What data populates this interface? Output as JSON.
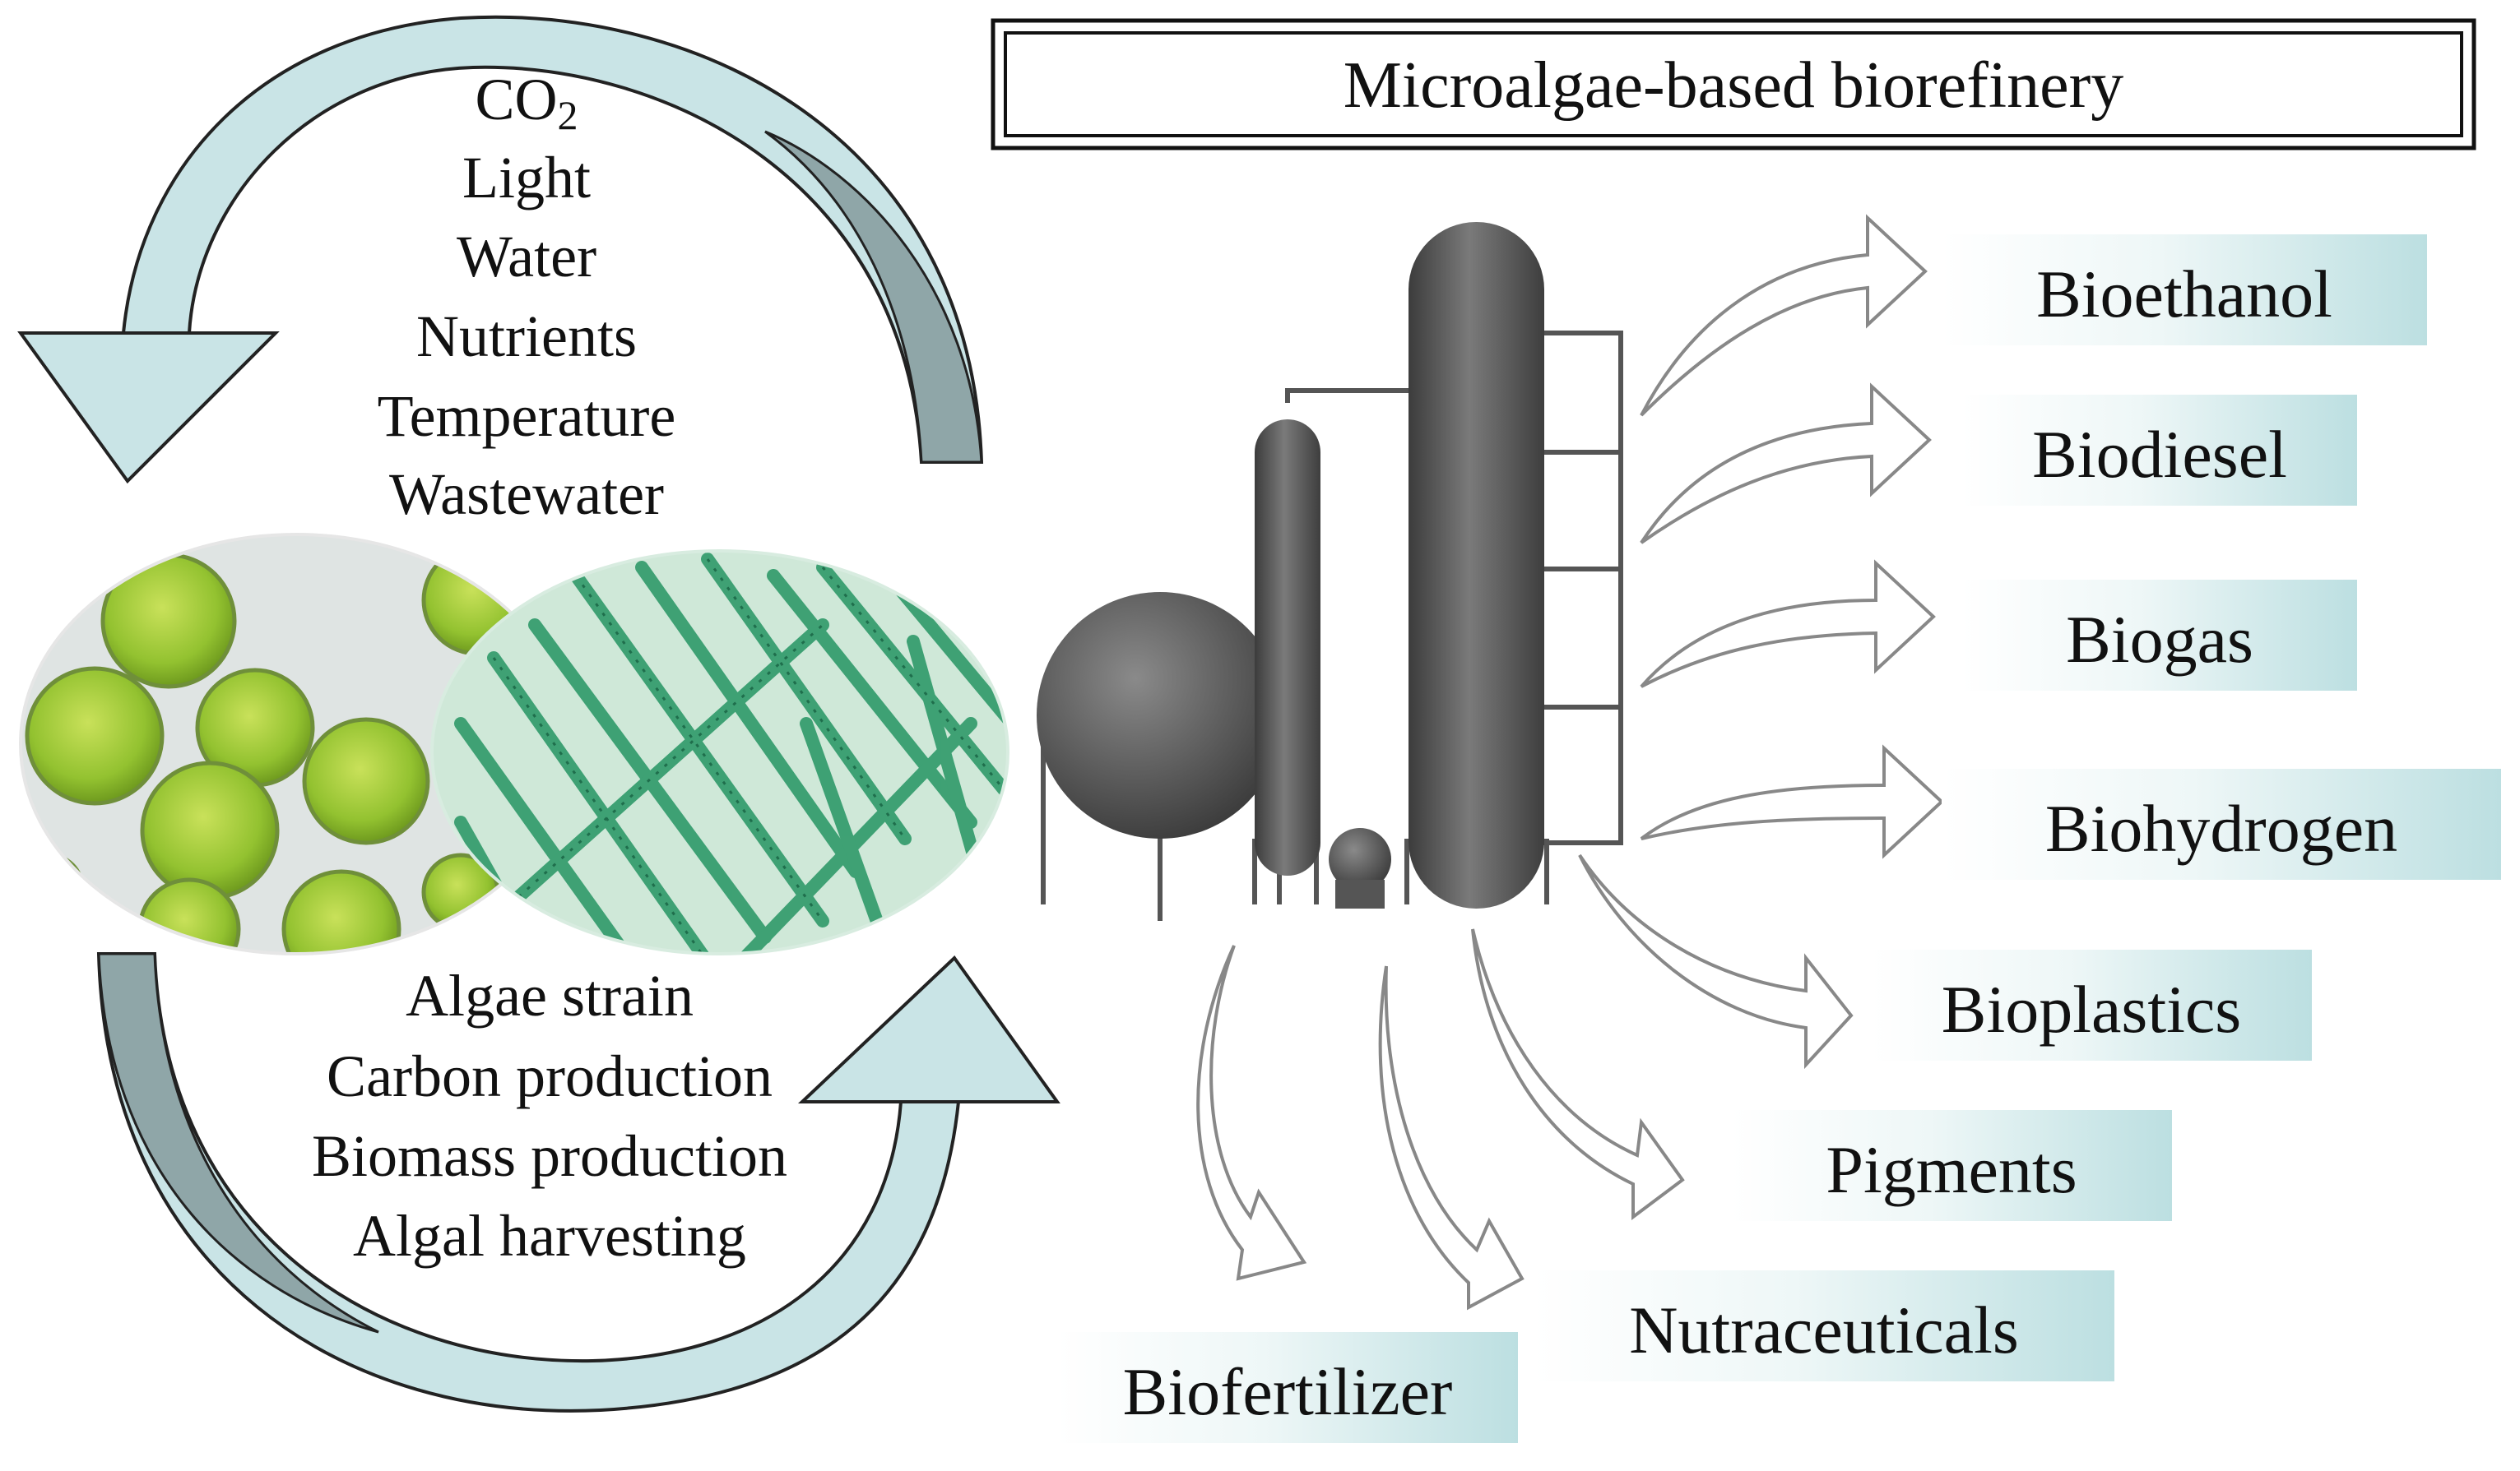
{
  "title": "Microalgae-based biorefinery",
  "inputs": {
    "co2": {
      "main": "CO",
      "sub": "2"
    },
    "lines": [
      "Light",
      "Water",
      "Nutrients",
      "Temperature",
      "Wastewater"
    ]
  },
  "outputs": {
    "lines": [
      "Algae strain",
      "Carbon production",
      "Biomass production",
      "Algal harvesting"
    ]
  },
  "products": [
    "Bioethanol",
    "Biodiesel",
    "Biogas",
    "Biohydrogen",
    "Bioplastics",
    "Pigments",
    "Nutraceuticals",
    "Biofertilizer"
  ],
  "colors": {
    "arrow_fill": "#c9e4e6",
    "arrow_shadow": "#8fa6a8",
    "label_box_start": "#ffffff",
    "label_box_end": "#bfe0e2",
    "tank": "#585858",
    "frame": "#555555",
    "algae_green": "#8fbf2a",
    "filament_green": "#2f9a6a"
  },
  "images": {
    "left_micrograph": "green-algae-cells-micrograph",
    "right_micrograph": "filamentous-cyanobacteria-micrograph"
  }
}
